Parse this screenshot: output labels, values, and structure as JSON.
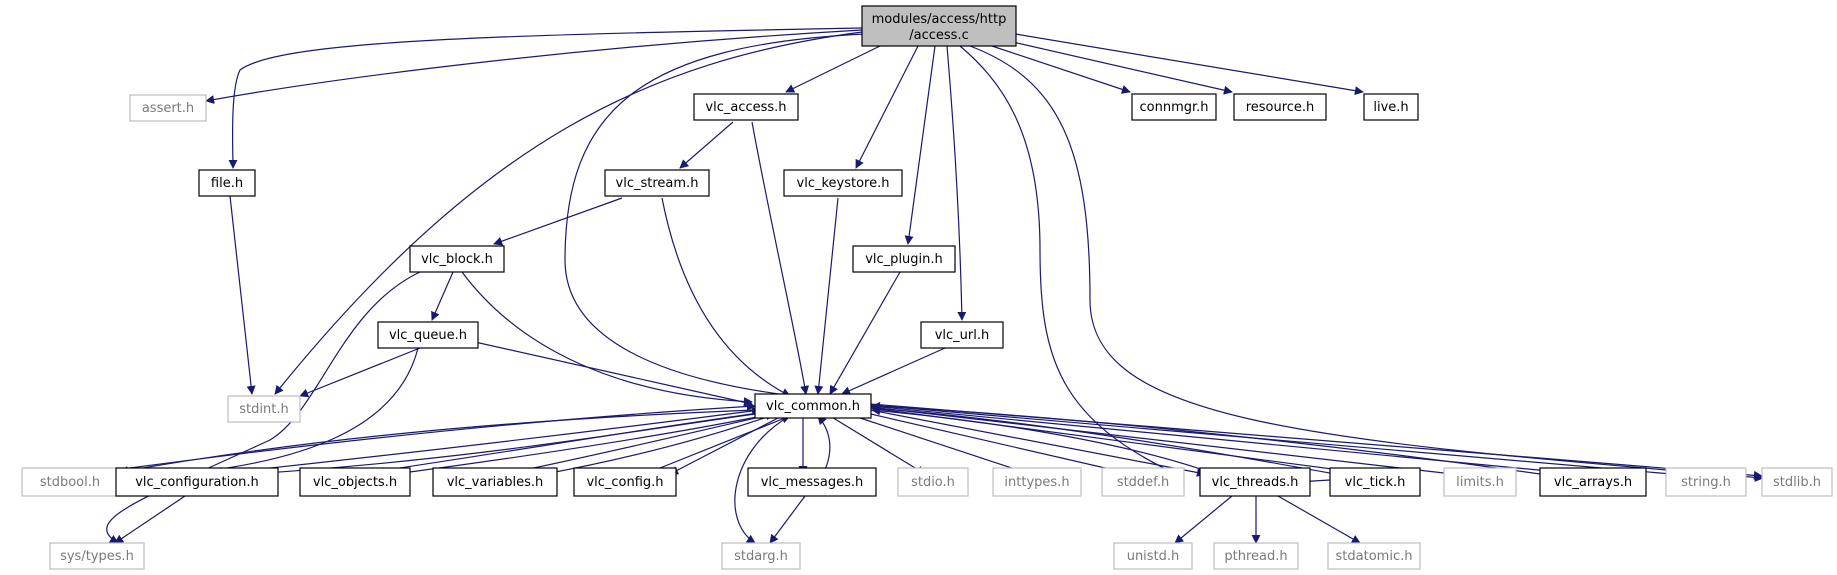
{
  "diagram": {
    "root": {
      "line1": "modules/access/http",
      "line2": "/access.c"
    },
    "nodes": {
      "assert": "assert.h",
      "file": "file.h",
      "stdint": "stdint.h",
      "vlc_access": "vlc_access.h",
      "vlc_stream": "vlc_stream.h",
      "vlc_block": "vlc_block.h",
      "vlc_queue": "vlc_queue.h",
      "vlc_keystore": "vlc_keystore.h",
      "vlc_plugin": "vlc_plugin.h",
      "vlc_url": "vlc_url.h",
      "connmgr": "connmgr.h",
      "resource": "resource.h",
      "live": "live.h",
      "vlc_common": "vlc_common.h",
      "stdbool": "stdbool.h",
      "vlc_configuration": "vlc_configuration.h",
      "vlc_objects": "vlc_objects.h",
      "vlc_variables": "vlc_variables.h",
      "vlc_config": "vlc_config.h",
      "vlc_messages": "vlc_messages.h",
      "stdio": "stdio.h",
      "inttypes": "inttypes.h",
      "stddef": "stddef.h",
      "vlc_threads": "vlc_threads.h",
      "vlc_tick": "vlc_tick.h",
      "limits": "limits.h",
      "vlc_arrays": "vlc_arrays.h",
      "string": "string.h",
      "stdlib": "stdlib.h",
      "sys_types": "sys/types.h",
      "stdarg": "stdarg.h",
      "unistd": "unistd.h",
      "pthread": "pthread.h",
      "stdatomic": "stdatomic.h"
    },
    "colors": {
      "edge": "#191970",
      "root_fill": "#bfbfbf",
      "system_border": "#bfbfbf"
    }
  }
}
